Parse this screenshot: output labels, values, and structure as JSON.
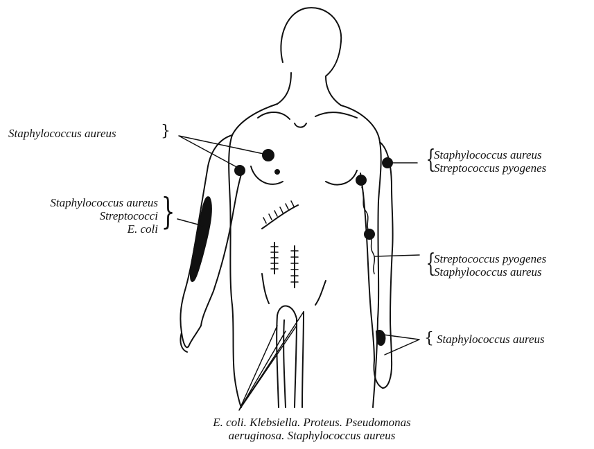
{
  "labels": {
    "breast": "Staphylococcus aureus",
    "arm_left": [
      "Staphylococcus aureus",
      "Streptococci",
      "E. coli"
    ],
    "axilla_right": [
      "Staphylococcus aureus",
      "Streptococcus pyogenes"
    ],
    "forearm_right": [
      "Streptococcus pyogenes",
      "Staphylococcus aureus"
    ],
    "hand_right": "Staphylococcus aureus",
    "groin": [
      "E. coli. Klebsiella. Proteus. Pseudomonas",
      "aeruginosa. Staphylococcus aureus"
    ]
  }
}
